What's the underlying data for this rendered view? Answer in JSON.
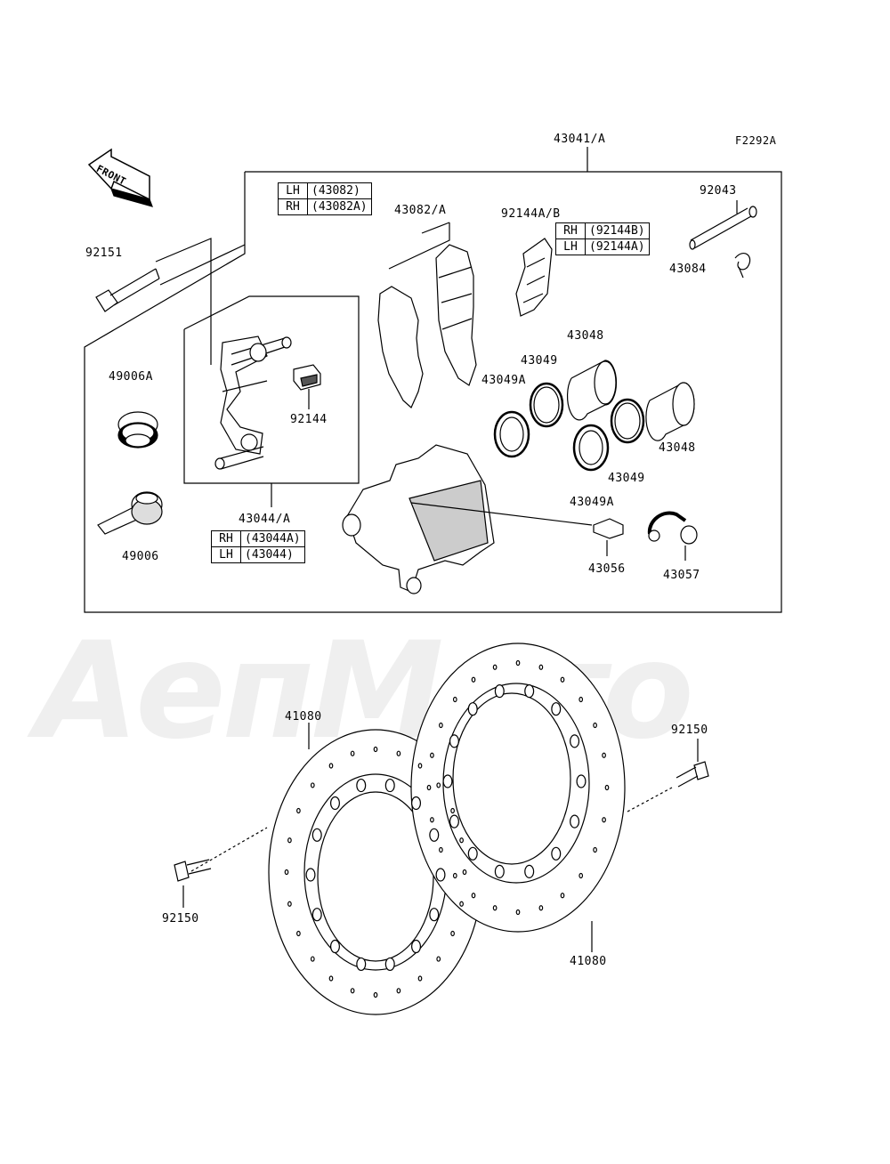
{
  "diagram": {
    "figure_code": "F2292A",
    "front_label": "FRONT",
    "watermark_text": "AeпМото",
    "callouts": {
      "p43041": "43041/A",
      "p43082": "43082/A",
      "p92144ab": "92144A/B",
      "p92043": "92043",
      "p43084": "43084",
      "p92151": "92151",
      "p49006a": "49006A",
      "p49006": "49006",
      "p92144": "92144",
      "p43044": "43044/A",
      "p43048a": "43048",
      "p43049a": "43049",
      "p43049aa": "43049A",
      "p43048b": "43048",
      "p43049b": "43049",
      "p43049ab": "43049A",
      "p43056": "43056",
      "p43057": "43057",
      "p41080a": "41080",
      "p41080b": "41080",
      "p92150a": "92150",
      "p92150b": "92150"
    },
    "tables": {
      "pads": [
        {
          "side": "LH",
          "part": "(43082)"
        },
        {
          "side": "RH",
          "part": "(43082A)"
        }
      ],
      "spring": [
        {
          "side": "RH",
          "part": "(92144B)"
        },
        {
          "side": "LH",
          "part": "(92144A)"
        }
      ],
      "bracket": [
        {
          "side": "RH",
          "part": "(43044A)"
        },
        {
          "side": "LH",
          "part": "(43044)"
        }
      ]
    }
  }
}
